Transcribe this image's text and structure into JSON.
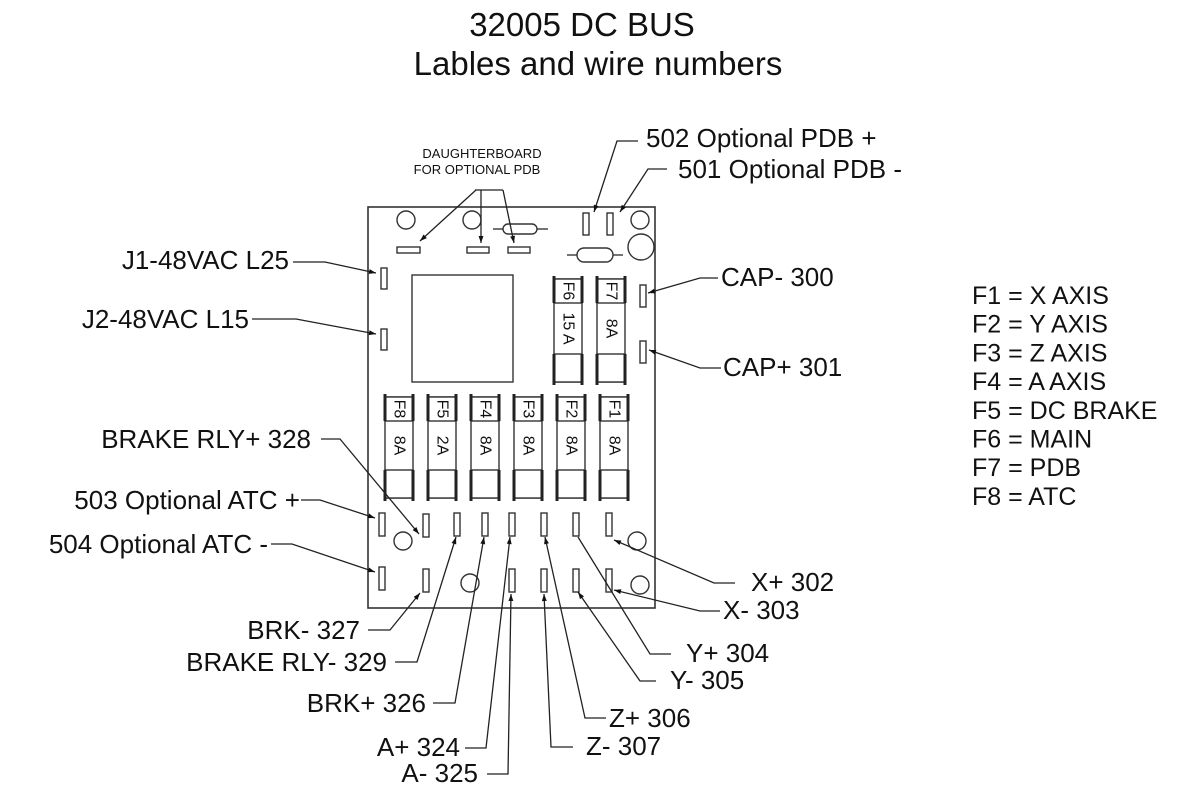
{
  "title": {
    "line1": "32005 DC BUS",
    "line2": "Lables and wire numbers"
  },
  "board": {
    "daughterboard_label_line1": "DAUGHTERBOARD",
    "daughterboard_label_line2": "FOR OPTIONAL PDB"
  },
  "fuses_top": [
    {
      "id": "F6",
      "rating": "15 A"
    },
    {
      "id": "F7",
      "rating": "8A"
    }
  ],
  "fuses_bottom": [
    {
      "id": "F8",
      "rating": "8A"
    },
    {
      "id": "F5",
      "rating": "2A"
    },
    {
      "id": "F4",
      "rating": "8A"
    },
    {
      "id": "F3",
      "rating": "8A"
    },
    {
      "id": "F2",
      "rating": "8A"
    },
    {
      "id": "F1",
      "rating": "8A"
    }
  ],
  "callouts": {
    "pdb_plus": "502 Optional PDB +",
    "pdb_minus": "501 Optional PDB -",
    "j1": "J1-48VAC  L25",
    "j2": "J2-48VAC  L15",
    "cap_minus": "CAP- 300",
    "cap_plus": "CAP+  301",
    "brake_rly_plus": "BRAKE RLY+ 328",
    "atc_plus": "503 Optional ATC +",
    "atc_minus": "504 Optional ATC -",
    "x_plus": "X+  302",
    "x_minus": "X-  303",
    "y_plus": "Y+  304",
    "y_minus": "Y-   305",
    "brk_minus": "BRK-  327",
    "brake_rly_minus": "BRAKE RLY- 329",
    "brk_plus": "BRK+  326",
    "z_plus": "Z+  306",
    "a_plus": "A+ 324",
    "z_minus": "Z-   307",
    "a_minus": "A- 325"
  },
  "legend": [
    "F1 = X AXIS",
    "F2 = Y AXIS",
    "F3 = Z AXIS",
    "F4 = A AXIS",
    "F5 = DC BRAKE",
    "F6 = MAIN",
    "F7 = PDB",
    "F8 = ATC"
  ]
}
